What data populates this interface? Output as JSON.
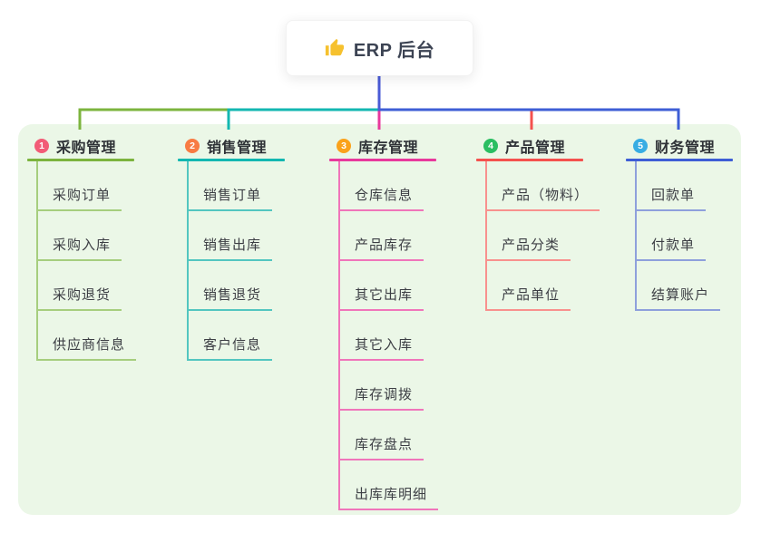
{
  "root": {
    "title": "ERP 后台",
    "icon": "thumbs-up",
    "icon_color": "#F6C12E",
    "connector_color": "#4A5BD6"
  },
  "colors": {
    "canvas_bg": "#FFFFFF",
    "panel_bg": "#EBF7E7",
    "root_text": "#3C4353",
    "title_text": "#2F3237",
    "child_text": "#3C3E44"
  },
  "branches": [
    {
      "index": "1",
      "title": "采购管理",
      "badge_color": "#F25C77",
      "line_color": "#7CB43E",
      "light_color": "#A6CE7E",
      "children": [
        "采购订单",
        "采购入库",
        "采购退货",
        "供应商信息"
      ]
    },
    {
      "index": "2",
      "title": "销售管理",
      "badge_color": "#F87B43",
      "line_color": "#13B7B1",
      "light_color": "#53C6C0",
      "children": [
        "销售订单",
        "销售出库",
        "销售退货",
        "客户信息"
      ]
    },
    {
      "index": "3",
      "title": "库存管理",
      "badge_color": "#FAA21B",
      "line_color": "#E8399C",
      "light_color": "#F075BA",
      "children": [
        "仓库信息",
        "产品库存",
        "其它出库",
        "其它入库",
        "库存调拨",
        "库存盘点",
        "出库库明细"
      ]
    },
    {
      "index": "4",
      "title": "产品管理",
      "badge_color": "#2BBE62",
      "line_color": "#F4514E",
      "light_color": "#F8918E",
      "children": [
        "产品（物料）",
        "产品分类",
        "产品单位"
      ]
    },
    {
      "index": "5",
      "title": "财务管理",
      "badge_color": "#38ADE3",
      "line_color": "#3E5ED5",
      "light_color": "#8EA0DC",
      "children": [
        "回款单",
        "付款单",
        "结算账户"
      ]
    }
  ]
}
